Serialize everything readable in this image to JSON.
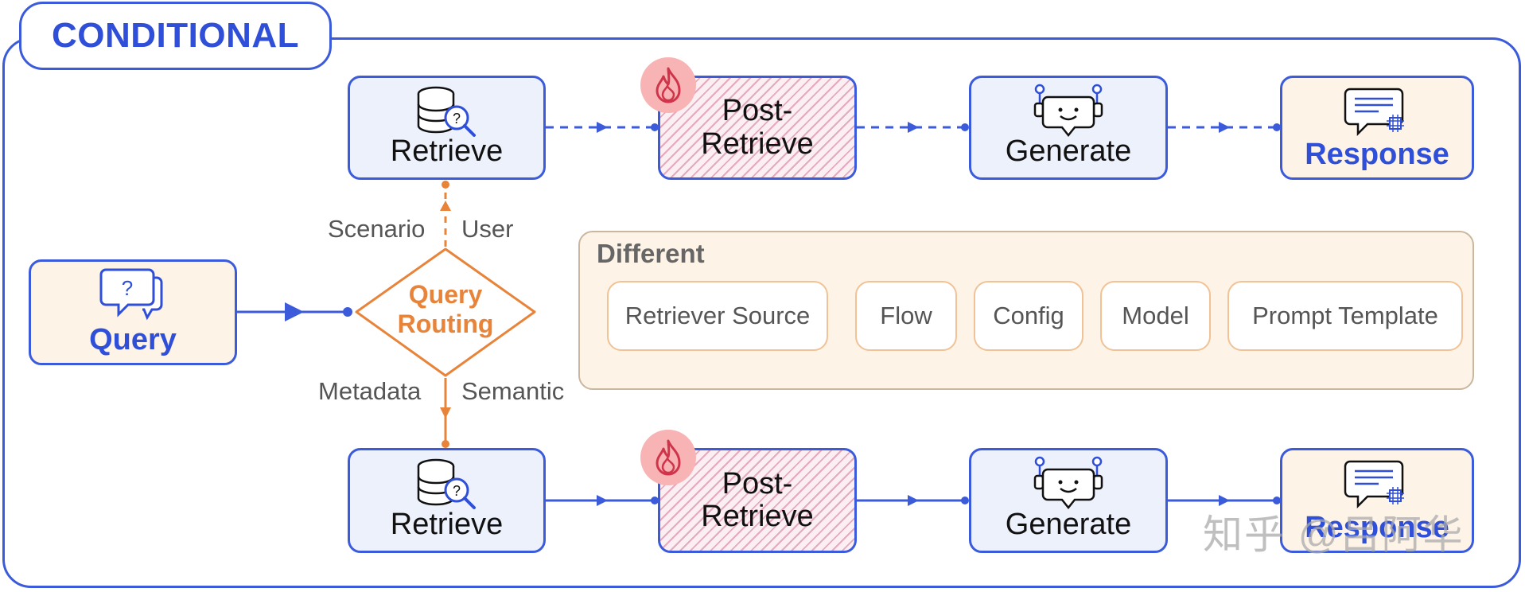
{
  "title": "CONDITIONAL",
  "nodes": {
    "query": "Query",
    "routing_line1": "Query",
    "routing_line2": "Routing",
    "top": {
      "retrieve": "Retrieve",
      "post_line1": "Post-",
      "post_line2": "Retrieve",
      "generate": "Generate",
      "response": "Response"
    },
    "bottom": {
      "retrieve": "Retrieve",
      "post_line1": "Post-",
      "post_line2": "Retrieve",
      "generate": "Generate",
      "response": "Response"
    }
  },
  "edge_labels": {
    "scenario": "Scenario",
    "user": "User",
    "metadata": "Metadata",
    "semantic": "Semantic"
  },
  "different": {
    "title": "Different",
    "items": [
      "Retriever Source",
      "Flow",
      "Config",
      "Model",
      "Prompt Template"
    ]
  },
  "watermark": "知乎 @吕阿华",
  "colors": {
    "primary_blue": "#3b5bdb",
    "label_blue": "#2f4fd8",
    "routing_orange": "#e8843a",
    "node_blue_bg": "#edf1fc",
    "node_cream_bg": "#fdf3e7",
    "fire_bg": "#f8b4b4"
  },
  "icons": {
    "retrieve": "database-search-icon",
    "post_retrieve": "fire-icon",
    "generate": "robot-chat-icon",
    "response": "response-doc-icon",
    "query": "chat-question-icon"
  }
}
